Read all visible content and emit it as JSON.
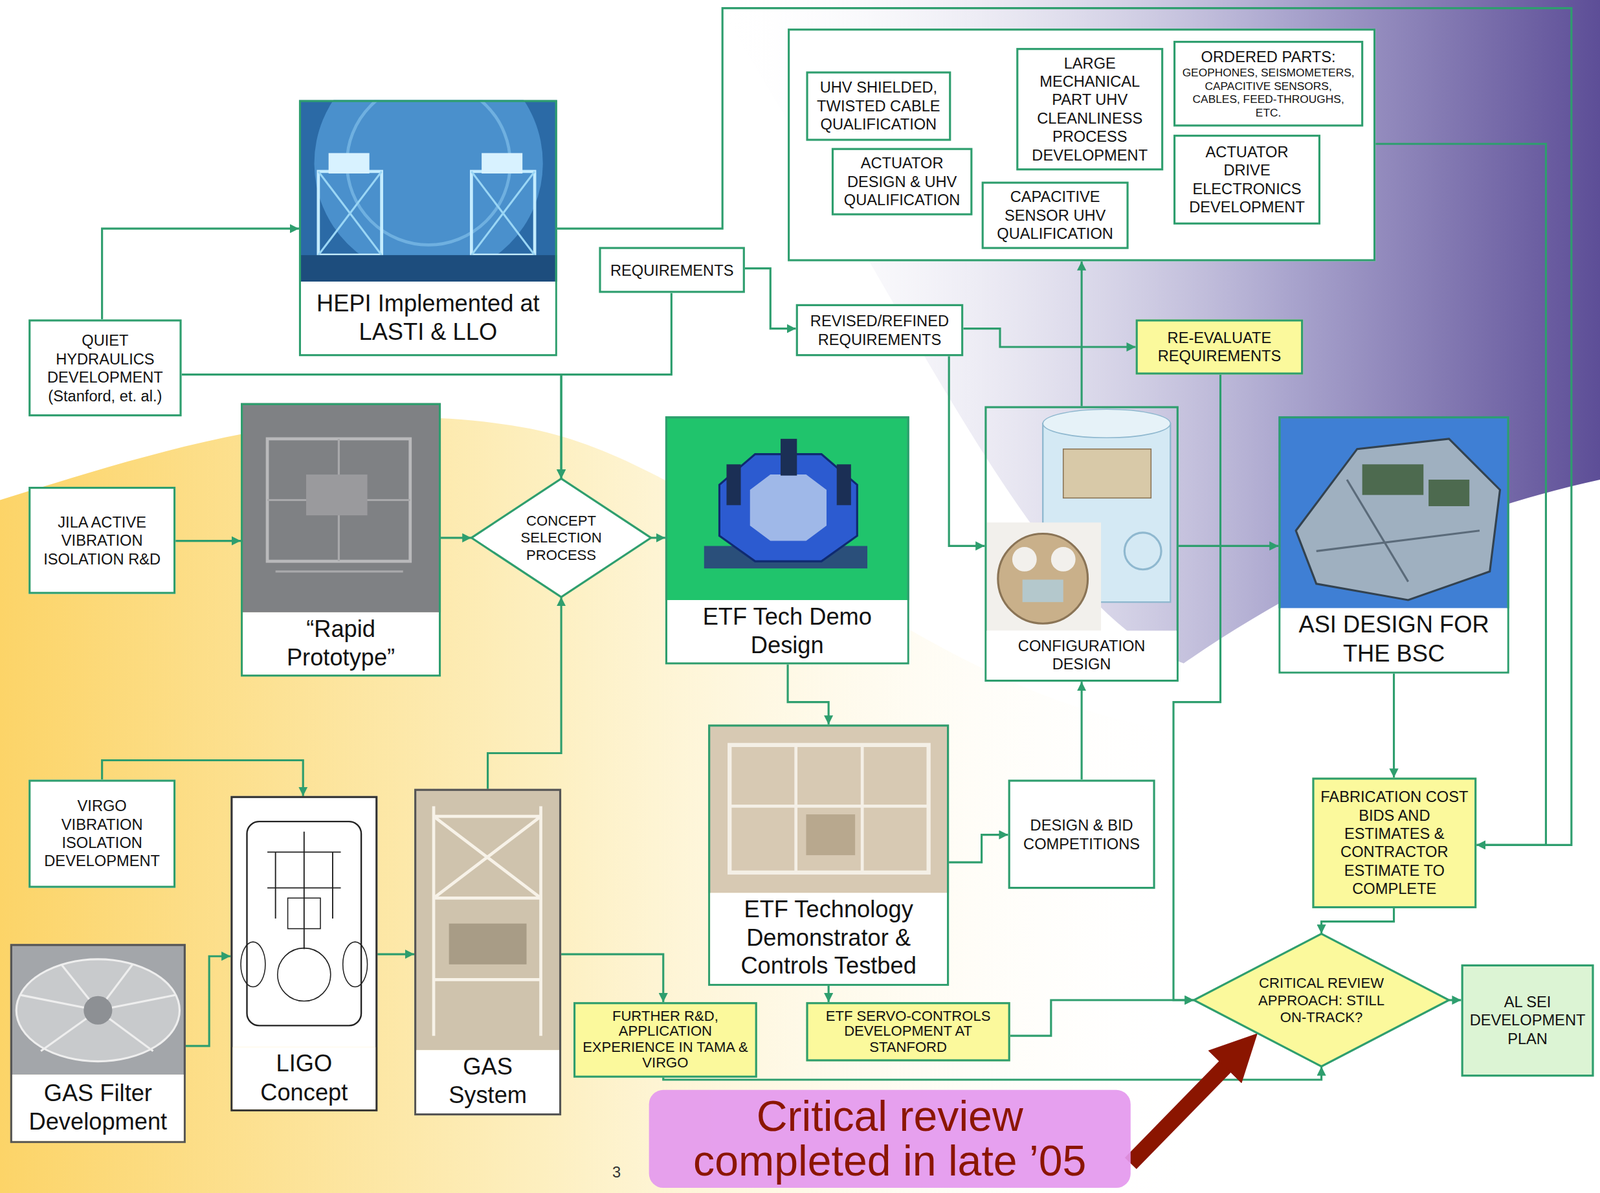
{
  "diagram": {
    "nodes": [
      {
        "text": []
      },
      {
        "text": [
          "UHV SHIELDED, TWISTED CABLE QUALIFICATION"
        ],
        "in": 0
      },
      {
        "text": [
          "LARGE MECHANICAL PART UHV CLEANLINESS PROCESS DEVELOPMENT"
        ],
        "in": 0
      },
      {
        "text": [
          "ORDERED PARTS:",
          "GEOPHONES, SEISMOMETERS, CAPACITIVE SENSORS, CABLES, FEED-THROUGHS, ETC."
        ],
        "in": 0
      },
      {
        "text": [
          "ACTUATOR DESIGN & UHV QUALIFICATION"
        ],
        "in": 0
      },
      {
        "text": [
          "ACTUATOR DRIVE ELECTRONICS DEVELOPMENT"
        ],
        "in": 0
      },
      {
        "text": [
          "CAPACITIVE SENSOR UHV QUALIFICATION"
        ],
        "in": 0
      },
      {
        "text": [
          "HEPI Implemented at LASTI & LLO"
        ]
      },
      {
        "text": [
          "REQUIREMENTS"
        ]
      },
      {
        "text": [
          "QUIET HYDRAULICS DEVELOPMENT (Stanford, et. al.)"
        ]
      },
      {
        "text": [
          "REVISED/REFINED REQUIREMENTS"
        ]
      },
      {
        "text": [
          "RE-EVALUATE REQUIREMENTS"
        ]
      },
      {
        "text": [
          "JILA ACTIVE VIBRATION ISOLATION R&D"
        ]
      },
      {
        "text": [
          "“Rapid Prototype”"
        ]
      },
      {
        "text": [
          "CONCEPT SELECTION PROCESS"
        ]
      },
      {
        "text": [
          "ETF Tech Demo Design"
        ]
      },
      {
        "text": [
          "CONFIGURATION DESIGN"
        ]
      },
      {
        "text": [
          "ASI DESIGN FOR THE BSC"
        ]
      },
      {
        "text": [
          "DESIGN & BID COMPETITIONS"
        ]
      },
      {
        "text": [
          "ETF Technology Demonstrator & Controls Testbed"
        ]
      },
      {
        "text": [
          "VIRGO VIBRATION ISOLATION DEVELOPMENT"
        ]
      },
      {
        "text": [
          "LIGO Concept"
        ]
      },
      {
        "text": [
          "GAS System"
        ]
      },
      {
        "text": [
          "FABRICATION COST BIDS AND ESTIMATES & CONTRACTOR ESTIMATE TO COMPLETE"
        ]
      },
      {
        "text": [
          "CRITICAL REVIEW APPROACH: STILL ON-TRACK?"
        ]
      },
      {
        "text": [
          "AL SEI DEVELOPMENT PLAN"
        ]
      },
      {
        "text": [
          "GAS Filter Development"
        ]
      },
      {
        "text": [
          "FURTHER R&D, APPLICATION EXPERIENCE IN TAMA & VIRGO"
        ]
      },
      {
        "text": [
          "ETF SERVO-CONTROLS DEVELOPMENT AT STANFORD"
        ]
      },
      {
        "text": [
          "Critical review completed in late ’05"
        ]
      }
    ],
    "edges": [
      {
        "from": 9,
        "to": 7,
        "arrow": "to"
      },
      {
        "from": 9,
        "to": 14,
        "arrow": "to"
      },
      {
        "from": 8,
        "to": 14,
        "arrow": "to"
      },
      {
        "from": 8,
        "to": 10,
        "arrow": "to"
      },
      {
        "from": 10,
        "to": 11,
        "arrow": "to"
      },
      {
        "from": 10,
        "to": 16,
        "arrow": "to"
      },
      {
        "from": 7,
        "to": 23,
        "arrow": "to"
      },
      {
        "from": 0,
        "to": 23,
        "arrow": "to"
      },
      {
        "from": 16,
        "to": 0,
        "arrow": "to"
      },
      {
        "from": 16,
        "to": 17,
        "arrow": "to"
      },
      {
        "from": 12,
        "to": 13,
        "arrow": "to"
      },
      {
        "from": 13,
        "to": 14,
        "arrow": "to"
      },
      {
        "from": 14,
        "to": 15,
        "arrow": "to"
      },
      {
        "from": 15,
        "to": 19,
        "arrow": "to"
      },
      {
        "from": 19,
        "to": 18,
        "arrow": "to"
      },
      {
        "from": 18,
        "to": 16,
        "arrow": "to"
      },
      {
        "from": 17,
        "to": 23,
        "arrow": "to"
      },
      {
        "from": 23,
        "to": 24,
        "arrow": "to"
      },
      {
        "from": 11,
        "to": 24,
        "arrow": "to"
      },
      {
        "from": 28,
        "to": 24,
        "arrow": "to"
      },
      {
        "from": 27,
        "to": 24,
        "arrow": "to"
      },
      {
        "from": 24,
        "to": 25,
        "arrow": "to"
      },
      {
        "from": 20,
        "to": 21,
        "arrow": "to"
      },
      {
        "from": 26,
        "to": 21,
        "arrow": "to"
      },
      {
        "from": 21,
        "to": 22,
        "arrow": "to"
      },
      {
        "from": 22,
        "to": 14,
        "arrow": "to"
      },
      {
        "from": 22,
        "to": 27,
        "arrow": "to"
      },
      {
        "from": 19,
        "to": 28,
        "arrow": "to"
      },
      {
        "from": 29,
        "to": 24,
        "arrow": "to"
      }
    ],
    "labels": [
      "3"
    ]
  }
}
